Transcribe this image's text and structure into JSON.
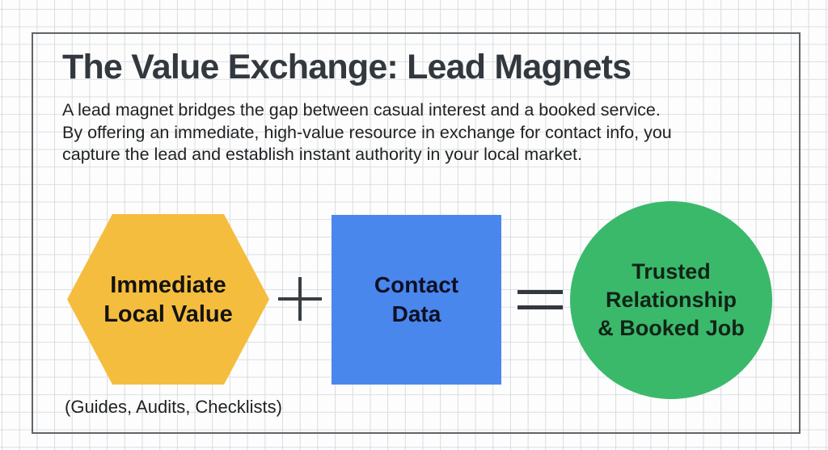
{
  "card": {
    "title": "The Value Exchange: Lead Magnets",
    "intro_lines": [
      "A lead magnet bridges the gap between casual interest and a booked service.",
      "By offering an immediate, high-value resource in exchange for contact info, you",
      "capture the lead and establish instant authority in your local market."
    ],
    "caption": "(Guides, Audits, Checklists)"
  },
  "equation": {
    "hexagon": {
      "line1": "Immediate",
      "line2": "Local Value",
      "color": "#f5bd3d"
    },
    "plus_symbol": "+",
    "square": {
      "line1": "Contact",
      "line2": "Data",
      "color": "#4a87ec"
    },
    "equals_symbol": "=",
    "circle": {
      "line1": "Trusted",
      "line2": "Relationship",
      "line3": "& Booked Job",
      "color": "#3bb96b"
    }
  },
  "colors": {
    "hexagon_fill": "#f5bd3d",
    "square_fill": "#4a87ec",
    "circle_fill": "#3bb96b",
    "title_text": "#32383e",
    "body_text": "#202224",
    "operator": "#393e43",
    "card_border": "#60656a",
    "grid_line": "#dcdee1",
    "background": "#fdfdfd"
  }
}
